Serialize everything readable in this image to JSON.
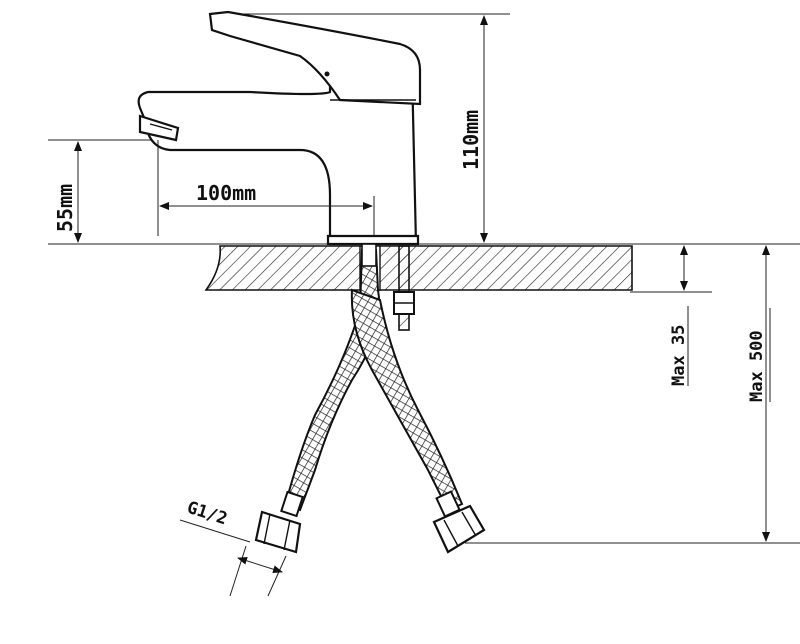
{
  "diagram": {
    "dimensions": {
      "height_total": "110mm",
      "spout_height": "55mm",
      "spout_reach": "100mm",
      "max_countertop": "Max 35",
      "max_hose": "Max 500",
      "thread": "G1/2"
    }
  }
}
